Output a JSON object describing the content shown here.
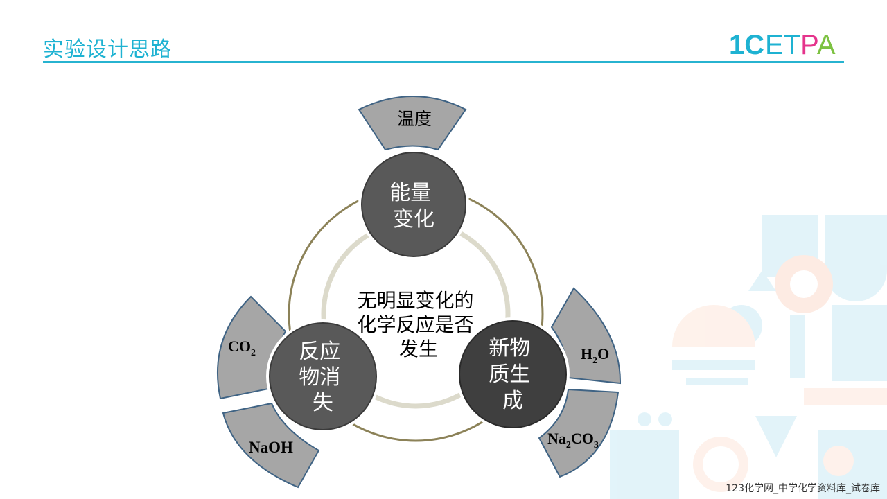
{
  "header": {
    "title": "实验设计思路",
    "logo_text": "ETPA",
    "logo_mark": "1C"
  },
  "diagram": {
    "center_lines": [
      "无明显变化的",
      "化学反应是否",
      "发生"
    ],
    "nodes": {
      "energy": {
        "lines": [
          "能量",
          "变化"
        ]
      },
      "reactant": {
        "lines": [
          "反应",
          "物消",
          "失"
        ]
      },
      "product": {
        "lines": [
          "新物",
          "质生",
          "成"
        ]
      }
    },
    "tabs": {
      "temperature": "温度",
      "co2": {
        "base": "CO",
        "sub": "2"
      },
      "naoh": "NaOH",
      "h2o": {
        "pre": "H",
        "sub": "2",
        "post": "O"
      },
      "na2co3": {
        "pre": "Na",
        "sub1": "2",
        "mid": "CO",
        "sub2": "3"
      }
    }
  },
  "footer": {
    "text": "123化学网_中学化学资料库_试卷库"
  },
  "colors": {
    "accent": "#1eb2d2",
    "node_dark": "#595959",
    "node_darker": "#3f3f3f",
    "tab_fill": "#a6a6a6",
    "tab_stroke": "#3f6384",
    "ring_outer": "#8c8258",
    "ring_inner": "#dcdacb"
  }
}
